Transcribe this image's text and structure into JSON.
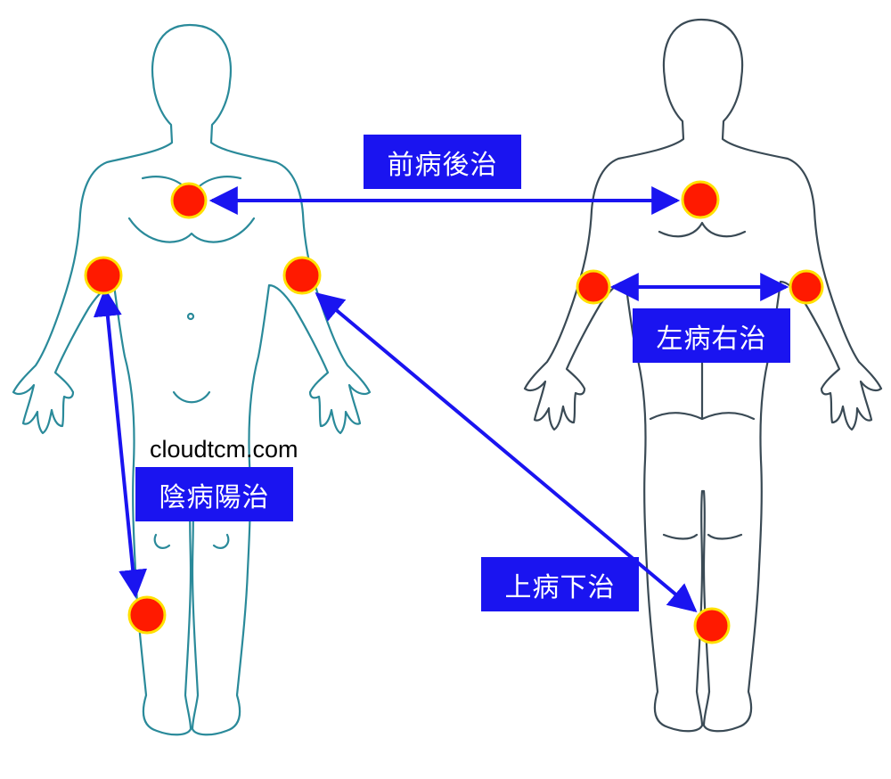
{
  "labels": {
    "front_back": "前病後治",
    "left_right": "左病右治",
    "yin_yang": "陰病陽治",
    "up_down": "上病下治"
  },
  "watermark": "cloudtcm.com",
  "colors": {
    "front_figure_stroke": "#2a8a9a",
    "back_figure_stroke": "#3a4a55",
    "arrow": "#1a14f0",
    "label_bg": "#1a14f0",
    "label_text": "#ffffff",
    "point_fill": "#ff1a00",
    "point_ring": "#ffe000"
  },
  "figures": {
    "front": "front-body-outline",
    "back": "back-body-outline"
  }
}
